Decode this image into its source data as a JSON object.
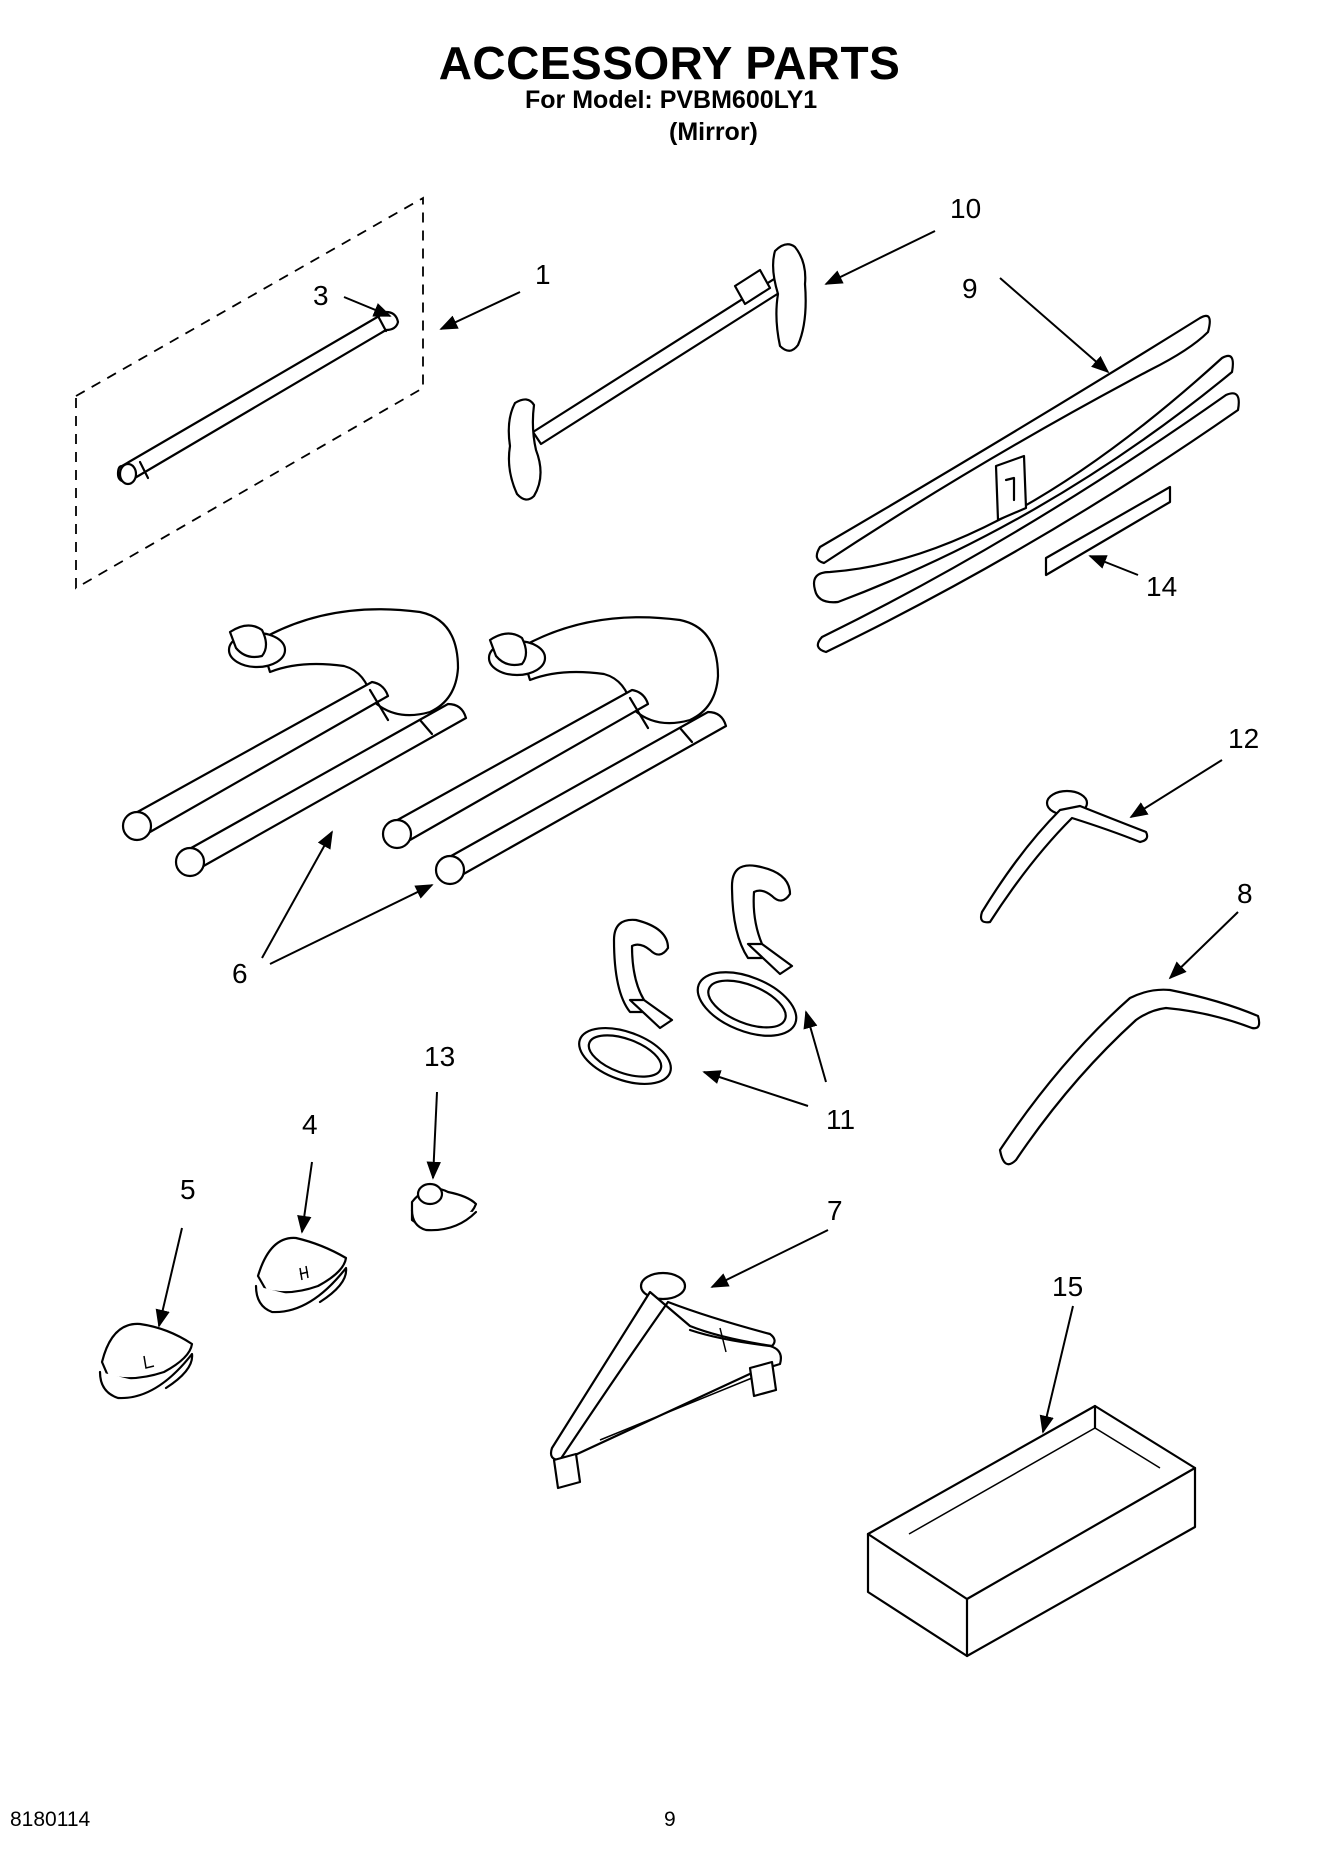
{
  "header": {
    "title": "ACCESSORY PARTS",
    "model_line": "For Model: PVBM600LY1",
    "variant": "(Mirror)"
  },
  "callouts": {
    "c1": "1",
    "c2": "3",
    "c3": "10",
    "c4": "9",
    "c5": "14",
    "c6": "12",
    "c7": "6",
    "c8": "8",
    "c9": "13",
    "c10": "4",
    "c11": "5",
    "c12": "11",
    "c13": "7",
    "c14": "15"
  },
  "footer": {
    "doc_number": "8180114",
    "page_number": "9"
  }
}
